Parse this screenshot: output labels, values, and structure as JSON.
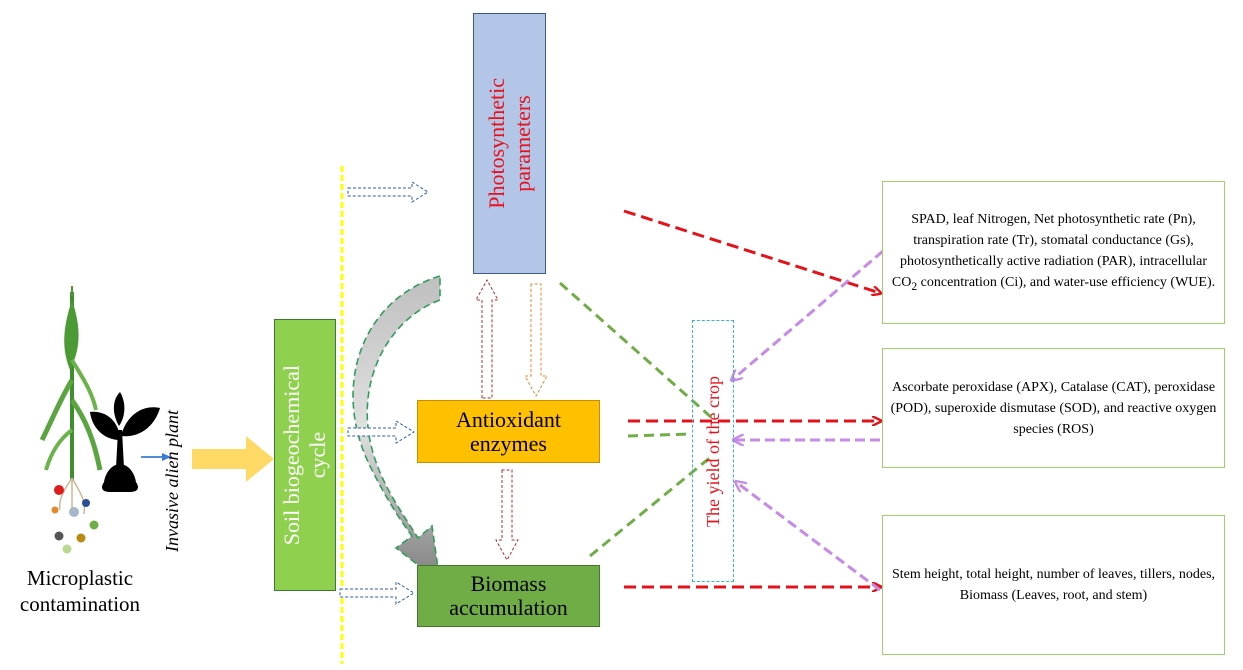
{
  "boxes": {
    "photosynthetic": {
      "line1": "Photosynthetic",
      "line2": "parameters"
    },
    "soil": {
      "line1": "Soil biogeochemical",
      "line2": "cycle"
    },
    "antioxidant": {
      "line1": "Antioxidant",
      "line2": "enzymes"
    },
    "biomass": {
      "line1": "Biomass",
      "line2": "accumulation"
    },
    "yield": "The yield of the crop"
  },
  "info": {
    "photosynthetic": {
      "text_before_sub": "SPAD, leaf Nitrogen, Net photosynthetic rate (Pn), transpiration rate (Tr), stomatal conductance (Gs), photosynthetically active radiation (PAR), intracellular CO",
      "sub": "2",
      "text_after_sub": " concentration (Ci), and water-use efficiency (WUE)."
    },
    "antioxidant": "Ascorbate peroxidase (APX), Catalase (CAT), peroxidase (POD), superoxide dismutase (SOD), and reactive oxygen species (ROS)",
    "biomass": "Stem height, total height, number of leaves, tillers, nodes, Biomass (Leaves, root, and stem)"
  },
  "labels": {
    "microplastic": "Microplastic contamination",
    "invasive": "Invasive alien plant"
  },
  "colors": {
    "photosynthetic_fill": "#b4c6e7",
    "soil_fill": "#8fd14f",
    "antioxidant_fill": "#ffc000",
    "biomass_fill": "#70ad47",
    "red_arrow": "#e3121b",
    "green_dash": "#70ad47",
    "purple_arrow": "#c58be6",
    "yellow_divider": "#ffff00",
    "blue_arrow": "#2e5fa3"
  }
}
